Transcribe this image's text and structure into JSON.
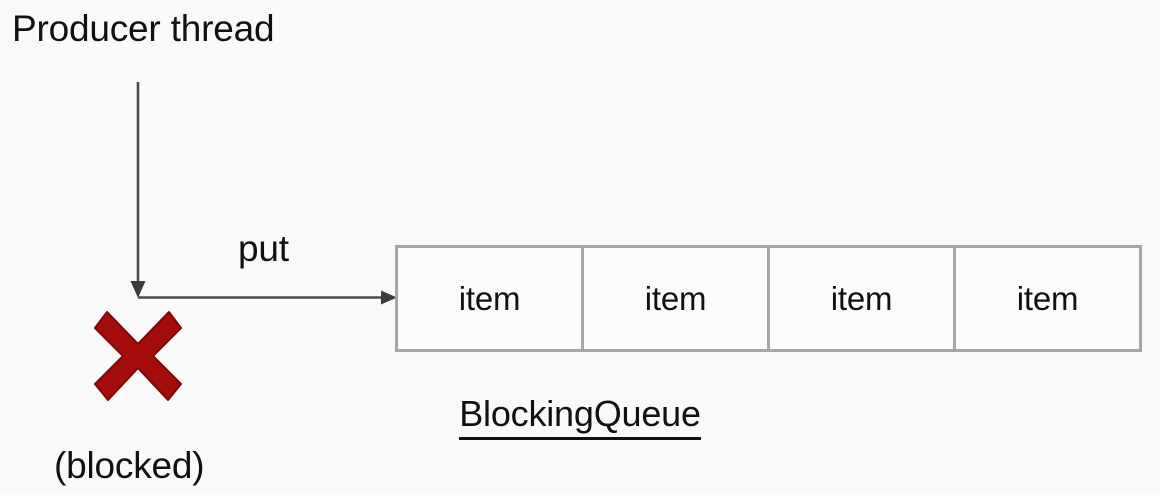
{
  "diagram": {
    "title_label": "Producer thread",
    "operation_label": "put",
    "blocked_label": "(blocked)",
    "queue_name": "BlockingQueue",
    "queue_items": [
      "item",
      "item",
      "item",
      "item"
    ],
    "icons": {
      "blocked_marker": "red-x-icon",
      "producer_arrow": "down-arrow-icon",
      "put_arrow": "right-arrow-icon"
    },
    "colors": {
      "background": "#f9f9f9",
      "text": "#111111",
      "arrow": "#3c3c3c",
      "queue_border": "#a6a6a6",
      "blocked_marker": "#a50d0d"
    }
  }
}
